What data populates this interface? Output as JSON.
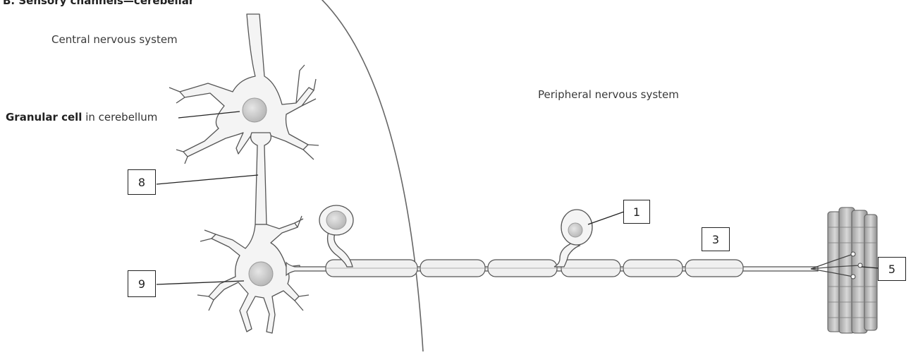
{
  "title": "B. Sensory channels—cerebellar",
  "regions": {
    "central": "Central nervous system",
    "peripheral": "Peripheral nervous system"
  },
  "granular_label": {
    "bold": "Granular cell",
    "rest": " in cerebellum"
  },
  "callouts": [
    "1",
    "3",
    "5",
    "8",
    "9"
  ]
}
